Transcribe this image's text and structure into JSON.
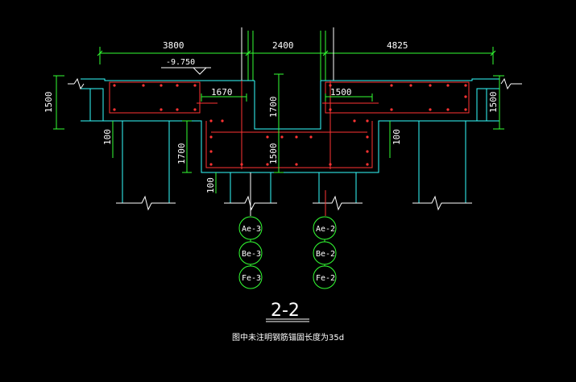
{
  "drawing": {
    "title": "2-2",
    "note": "图中未注明钢筋锚固长度为35d",
    "level_mark": "-9.750",
    "dimensions": {
      "top_left": "3800",
      "top_middle": "2400",
      "top_right": "4825",
      "left_height": "1500",
      "right_height": "1500",
      "inner_left_width": "1670",
      "inner_right_width": "1500",
      "inner_vertical_top": "1700",
      "inner_vertical_bottom": "1500",
      "left_step_height": "1700",
      "left_small": "100",
      "right_small": "100",
      "bottom_small": "100"
    },
    "pile_tags_left": [
      "Ae-3",
      "Be-3",
      "Fe-3"
    ],
    "pile_tags_right": [
      "Ae-2",
      "Be-2",
      "Fe-2"
    ],
    "colors": {
      "background": "#000000",
      "concrete_outline": "#33ffff",
      "dimension_lines": "#33ff33",
      "rebar": "#ff3333",
      "text": "#ffffff"
    }
  }
}
